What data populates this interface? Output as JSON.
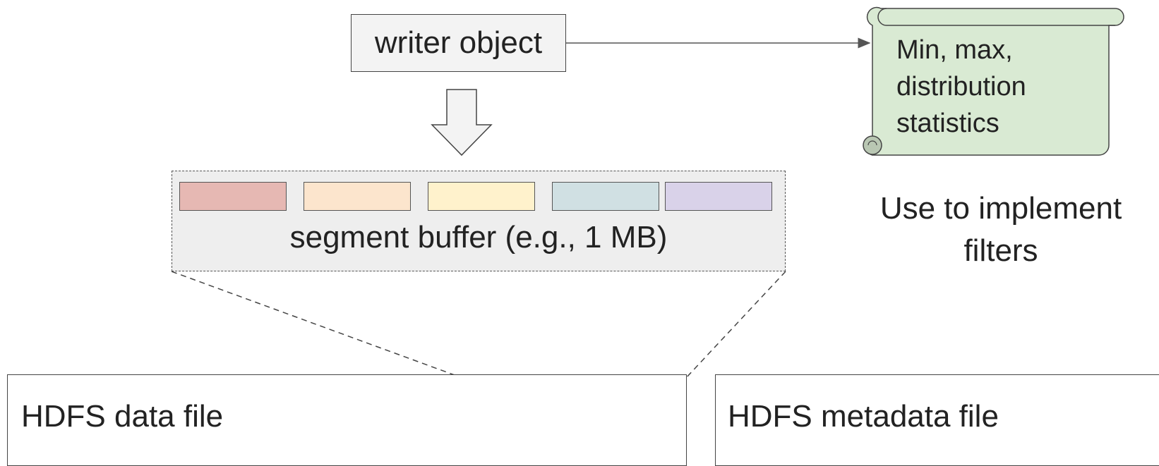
{
  "writer": {
    "label": "writer object"
  },
  "buffer": {
    "label": "segment buffer (e.g., 1 MB)",
    "segments": [
      {
        "color": "#e6b8b3"
      },
      {
        "color": "#fce5cd"
      },
      {
        "color": "#fff2cc"
      },
      {
        "color": "#d0e0e3"
      },
      {
        "color": "#d9d2e9"
      }
    ]
  },
  "stats": {
    "lines": [
      "Min, max,",
      "distribution",
      "statistics"
    ],
    "color": "#d9ead3"
  },
  "note": {
    "lines": [
      "Use to implement",
      "filters"
    ]
  },
  "data_file": {
    "label": "HDFS data file"
  },
  "metadata_file": {
    "label": "HDFS metadata file"
  }
}
